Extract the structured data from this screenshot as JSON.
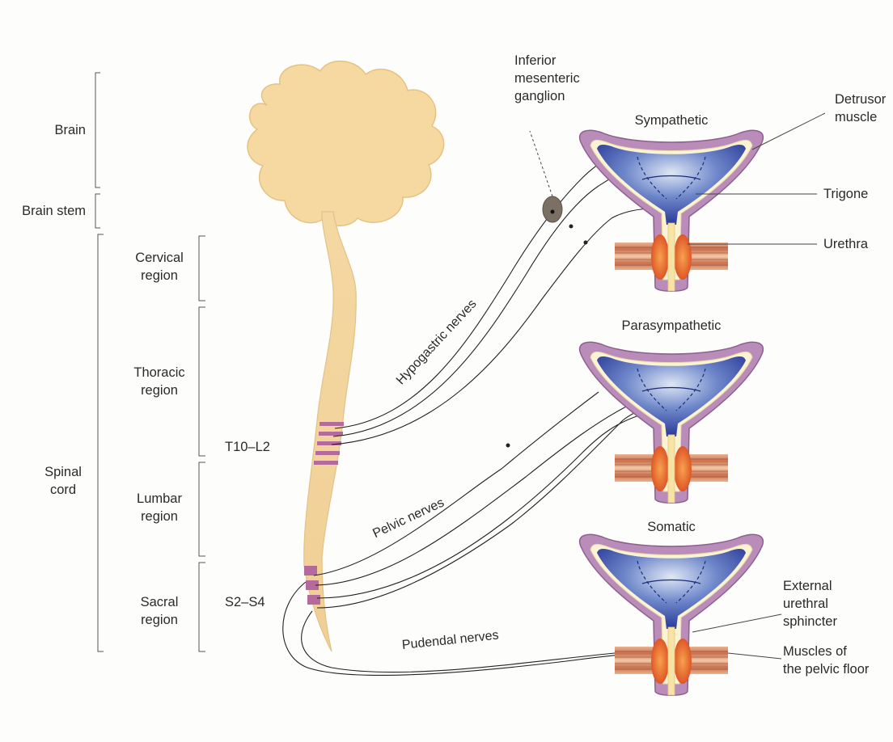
{
  "levels": {
    "brain": "Brain",
    "brain_stem": "Brain stem",
    "spinal_cord": [
      "Spinal",
      "cord"
    ]
  },
  "regions": {
    "cervical": [
      "Cervical",
      "region"
    ],
    "thoracic": [
      "Thoracic",
      "region"
    ],
    "lumbar": [
      "Lumbar",
      "region"
    ],
    "sacral": [
      "Sacral",
      "region"
    ]
  },
  "segments": {
    "t10_l2": "T10–L2",
    "s2_s4": "S2–S4"
  },
  "nerves": {
    "hypogastric": "Hypogastric nerves",
    "pelvic": "Pelvic nerves",
    "pudendal": "Pudendal nerves"
  },
  "ganglion": [
    "Inferior",
    "mesenteric",
    "ganglion"
  ],
  "panels": {
    "sympathetic": "Sympathetic",
    "parasympathetic": "Parasympathetic",
    "somatic": "Somatic"
  },
  "bladder_labels": {
    "detrusor": [
      "Detrusor",
      "muscle"
    ],
    "trigone": "Trigone",
    "urethra": "Urethra",
    "external_sphincter": [
      "External",
      "urethral",
      "sphincter"
    ],
    "pelvic_floor": [
      "Muscles of",
      "the pelvic floor"
    ]
  },
  "colors": {
    "brain": "#f5d9a1",
    "bladder_wall": "#b78bb8",
    "bladder_lumen": "#2a3a9c",
    "sphincter": "#e8612c",
    "segment_band": "#b56a9e"
  }
}
